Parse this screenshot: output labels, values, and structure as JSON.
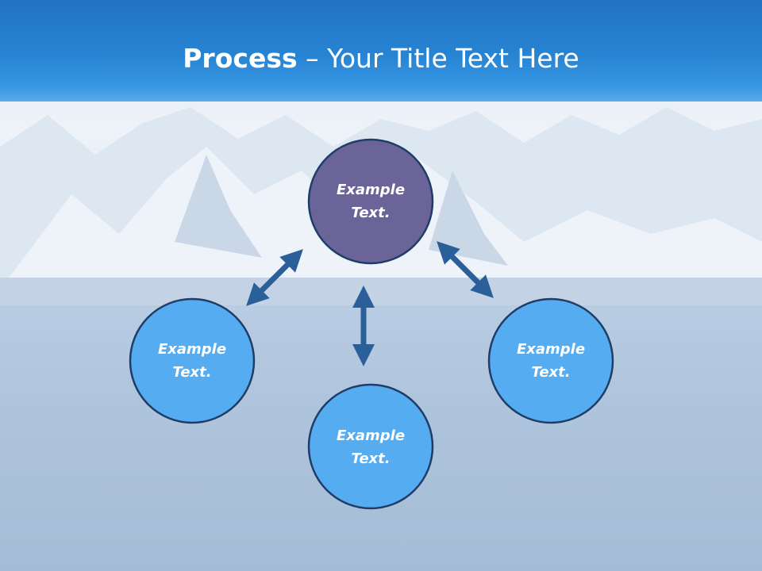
{
  "title": {
    "bold": "Process",
    "rest": " – Your Title Text Here"
  },
  "nodes": [
    {
      "id": "top",
      "line1": "Example",
      "line2": "Text.",
      "fill": "#6a6499"
    },
    {
      "id": "left",
      "line1": "Example",
      "line2": "Text.",
      "fill": "#55acf0"
    },
    {
      "id": "bottom",
      "line1": "Example",
      "line2": "Text.",
      "fill": "#55acf0"
    },
    {
      "id": "right",
      "line1": "Example",
      "line2": "Text.",
      "fill": "#55acf0"
    }
  ],
  "colors": {
    "header": "#2784d3",
    "node_stroke": "#1f3d66",
    "arrow": "#2b5f9a"
  }
}
